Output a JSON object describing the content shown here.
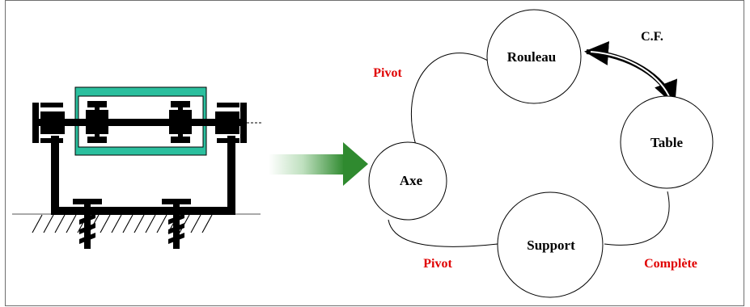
{
  "diagram": {
    "nodes": {
      "rouleau": "Rouleau",
      "table": "Table",
      "axe": "Axe",
      "support": "Support"
    },
    "links": {
      "rouleau_axe": "Pivot",
      "axe_support": "Pivot",
      "support_table": "Complète",
      "rouleau_table": "C.F."
    }
  },
  "colors": {
    "link_label": "#e00000",
    "roller": "#2bbf9e",
    "arrow_dark": "#2f8a2f"
  },
  "icons": {
    "mechanism": "roller-mechanism-schematic-icon",
    "transition": "gradient-arrow-icon"
  }
}
